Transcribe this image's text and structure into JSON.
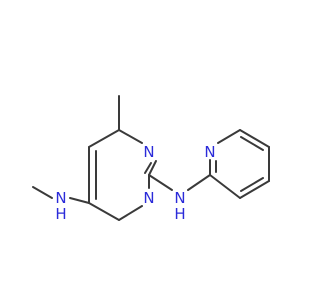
{
  "molecule": {
    "atoms": [
      {
        "id": "n1",
        "label": "N",
        "kind": "nitrogen"
      },
      {
        "id": "n3",
        "label": "N",
        "kind": "nitrogen"
      },
      {
        "id": "n-methylamino",
        "label": "N",
        "kind": "nitrogen"
      },
      {
        "id": "h-methylamino",
        "label": "H",
        "kind": "nitrogen"
      },
      {
        "id": "n-bridge",
        "label": "N",
        "kind": "nitrogen"
      },
      {
        "id": "h-bridge",
        "label": "H",
        "kind": "nitrogen"
      },
      {
        "id": "n-pyridine",
        "label": "N",
        "kind": "nitrogen"
      }
    ]
  },
  "colors": {
    "bond": "#3a3a3a",
    "nitrogen": "#2b2bd9",
    "background": "#ffffff"
  }
}
